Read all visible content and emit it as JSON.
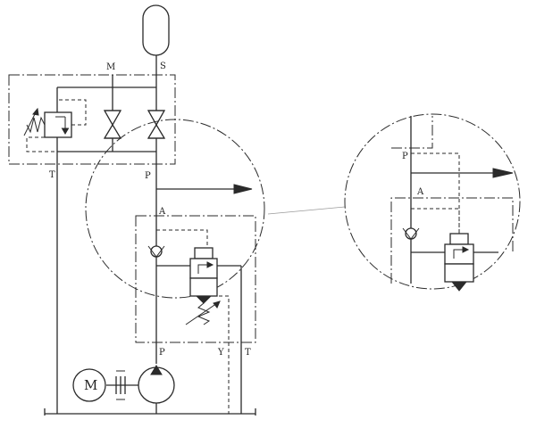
{
  "labels": {
    "M": "M",
    "S": "S",
    "T": "T",
    "P": "P",
    "A": "A",
    "Y": "Y",
    "motor": "M"
  }
}
